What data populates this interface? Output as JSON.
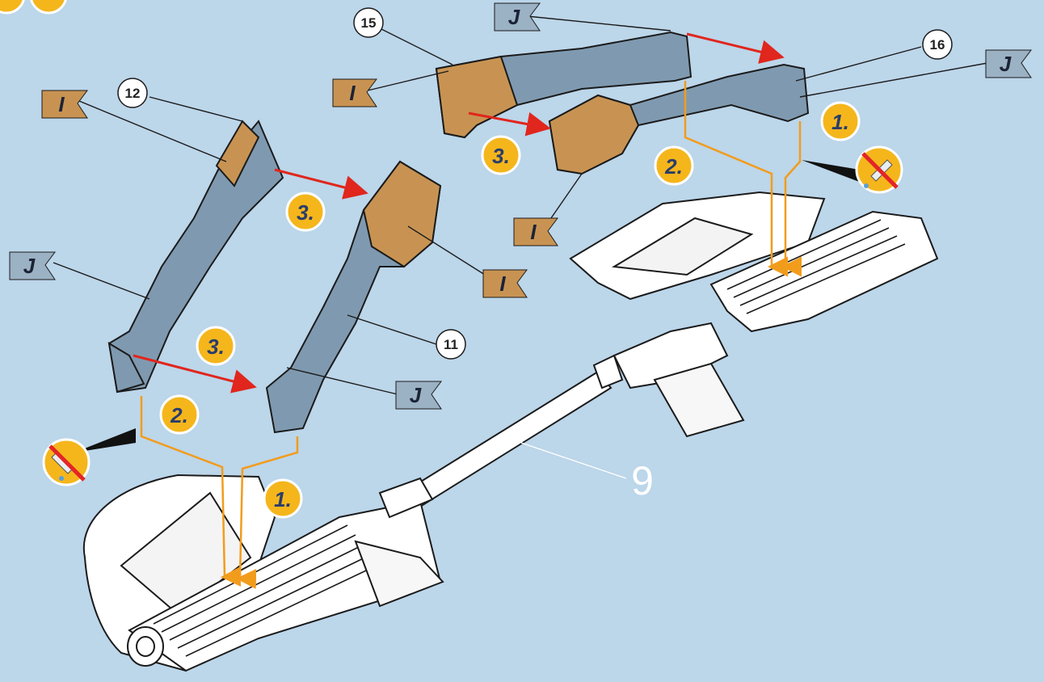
{
  "callouts": [
    "12",
    "15",
    "16",
    "11"
  ],
  "parts": {
    "dark_part_letter": "I",
    "light_part_letter": "J"
  },
  "steps": {
    "one": "1.",
    "two": "2.",
    "three": "3."
  },
  "rod_label": "9",
  "colors": {
    "background": "#bcd6ea",
    "blue_part": "#7f9ab0",
    "tan_part": "#c89352",
    "white_part": "#ffffff",
    "arrow_red": "#e0261d",
    "arrow_orange": "#f29c1c",
    "step_badge": "#f5b61c",
    "no_glue_red": "#e32526"
  },
  "icons": [
    "no-glue-icon",
    "flag-label-icon",
    "red-arrow-icon",
    "orange-arrow-icon"
  ]
}
